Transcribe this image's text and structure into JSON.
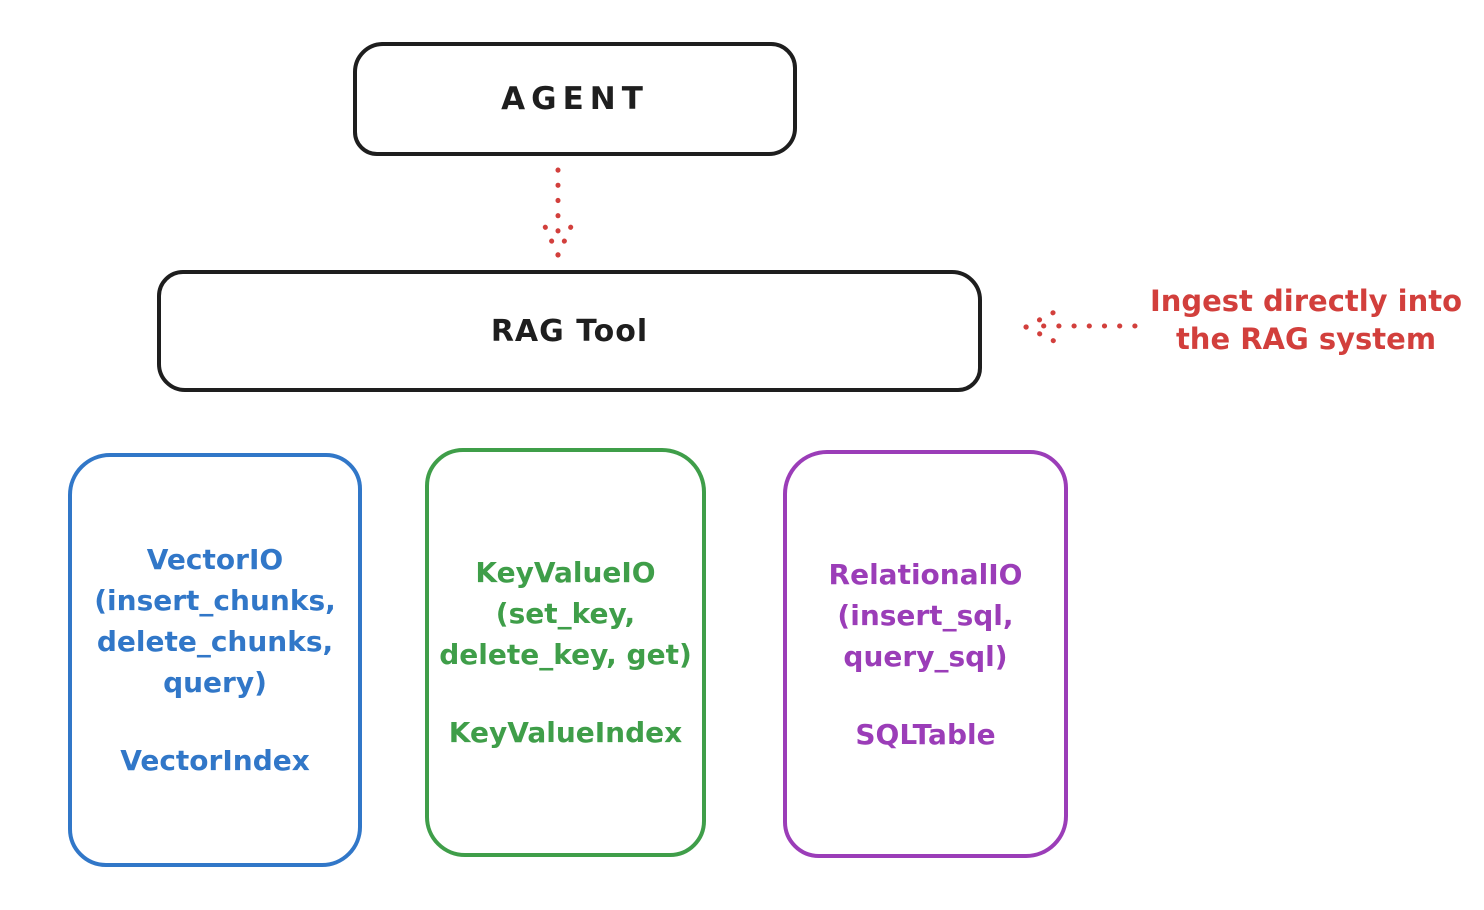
{
  "agent": {
    "label": "AGENT"
  },
  "rag_tool": {
    "label": "RAG Tool"
  },
  "annotation": {
    "line1": "Ingest directly into",
    "line2": "the RAG system"
  },
  "nodes": [
    {
      "name": "vector-io",
      "lines": [
        "VectorIO",
        "(insert_chunks,",
        "delete_chunks,",
        "query)"
      ],
      "footer": "VectorIndex",
      "color_key": "blue"
    },
    {
      "name": "keyvalue-io",
      "lines": [
        "KeyValueIO",
        "(set_key,",
        "delete_key, get)"
      ],
      "footer": "KeyValueIndex",
      "color_key": "green"
    },
    {
      "name": "relational-io",
      "lines": [
        "RelationalIO",
        "(insert_sql,",
        "query_sql)"
      ],
      "footer": "SQLTable",
      "color_key": "purple"
    }
  ],
  "arrows": [
    {
      "name": "agent-to-rag-tool",
      "style": "dotted",
      "direction": "down",
      "color_key": "red"
    },
    {
      "name": "annotation-to-rag-tool",
      "style": "dotted",
      "direction": "left",
      "color_key": "red"
    }
  ],
  "colors": {
    "black": "#1e1e1e",
    "red": "#d23f3c",
    "blue": "#3177c8",
    "green": "#3f9e49",
    "purple": "#9b3db8"
  }
}
